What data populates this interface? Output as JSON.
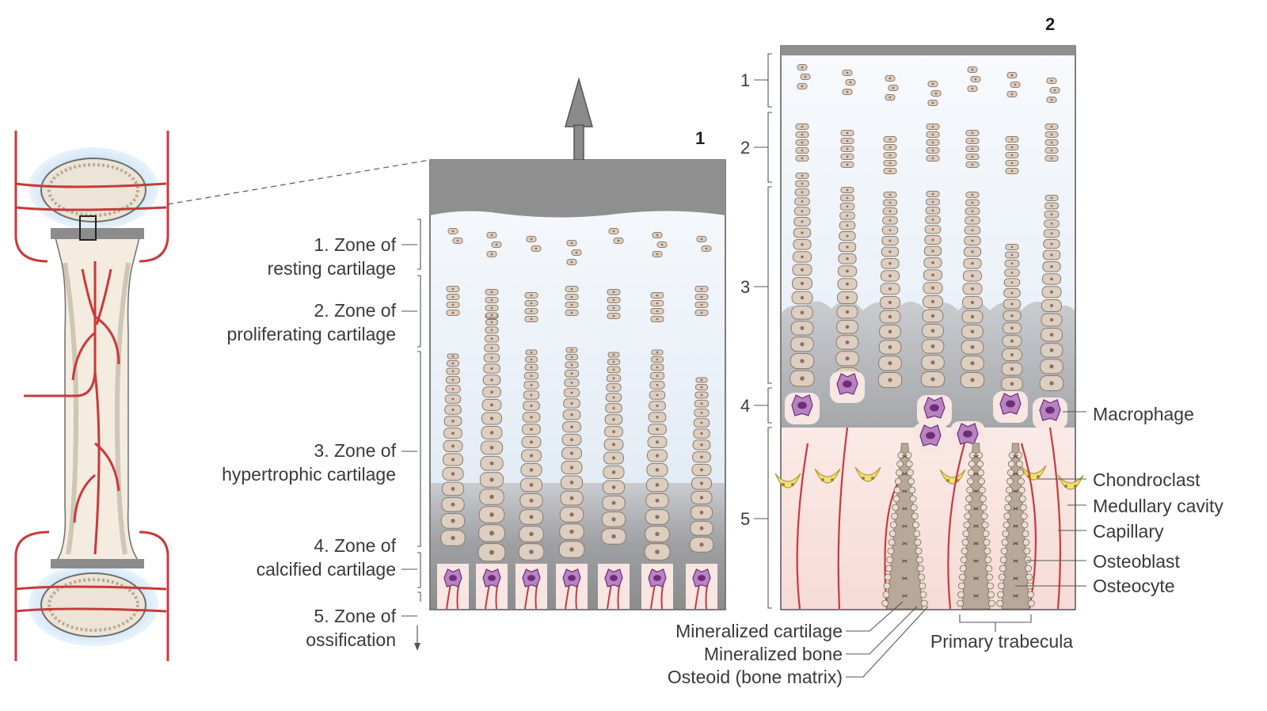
{
  "panel_numbers": {
    "panel1": "1",
    "panel2": "2"
  },
  "panel1_zones": [
    {
      "line1": "1. Zone of",
      "line2": "resting cartilage"
    },
    {
      "line1": "2. Zone of",
      "line2": "proliferating cartilage"
    },
    {
      "line1": "3. Zone of",
      "line2": "hypertrophic cartilage"
    },
    {
      "line1": "4. Zone of",
      "line2": "calcified cartilage"
    },
    {
      "line1": "5. Zone of",
      "line2": "ossification"
    }
  ],
  "panel2_zone_numbers": [
    "1",
    "2",
    "3",
    "4",
    "5"
  ],
  "panel2_right_labels": [
    "Macrophage",
    "Chondroclast",
    "Medullary cavity",
    "Capillary",
    "Osteoblast",
    "Osteocyte"
  ],
  "panel2_bottom_labels": [
    "Mineralized cartilage",
    "Mineralized bone",
    "Osteoid (bone matrix)"
  ],
  "primary_trabecula_label": "Primary trabecula",
  "colors": {
    "bone_gray": "#9e9e9e",
    "cartilage_blue": "#e6eef6",
    "chondrocyte": "#d9cbbf",
    "vessel_red": "#c9393b",
    "macrophage_purple": "#8b3c97",
    "chondroclast_yellow": "#f2e07a",
    "marrow_pink": "#f8e6e3"
  },
  "icons": [
    "long-bone-icon",
    "arrow-up-icon"
  ]
}
